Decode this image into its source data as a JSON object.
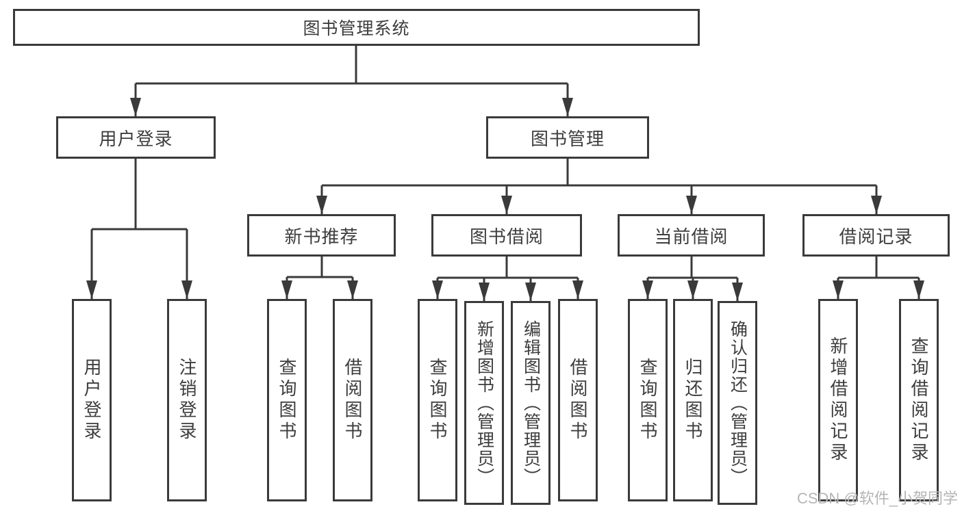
{
  "nodes": {
    "root": {
      "label": "图书管理系统"
    },
    "user_login": {
      "label": "用户登录"
    },
    "book_management": {
      "label": "图书管理"
    },
    "user_login_leaf": {
      "label": "用户登录"
    },
    "logout_leaf": {
      "label": "注销登录"
    },
    "new_book_recommend": {
      "label": "新书推荐"
    },
    "book_borrow": {
      "label": "图书借阅"
    },
    "current_borrow": {
      "label": "当前借阅"
    },
    "borrow_record": {
      "label": "借阅记录"
    },
    "recommend_query_book": {
      "label": "查询图书"
    },
    "recommend_borrow_book": {
      "label": "借阅图书"
    },
    "borrow_query_book": {
      "label": "查询图书"
    },
    "borrow_add_book": {
      "label": "新增图书（管理员）"
    },
    "borrow_edit_book": {
      "label": "编辑图书（管理员）"
    },
    "borrow_borrow_book": {
      "label": "借阅图书"
    },
    "current_query_book": {
      "label": "查询图书"
    },
    "current_return_book": {
      "label": "归还图书"
    },
    "current_confirm_return": {
      "label": "确认归还（管理员）"
    },
    "record_add": {
      "label": "新增借阅记录"
    },
    "record_query": {
      "label": "查询借阅记录"
    }
  },
  "edges": [
    {
      "from": "root",
      "to": "user_login"
    },
    {
      "from": "root",
      "to": "book_management"
    },
    {
      "from": "user_login",
      "to": "user_login_leaf"
    },
    {
      "from": "user_login",
      "to": "logout_leaf"
    },
    {
      "from": "book_management",
      "to": "new_book_recommend"
    },
    {
      "from": "book_management",
      "to": "book_borrow"
    },
    {
      "from": "book_management",
      "to": "current_borrow"
    },
    {
      "from": "book_management",
      "to": "borrow_record"
    },
    {
      "from": "new_book_recommend",
      "to": "recommend_query_book"
    },
    {
      "from": "new_book_recommend",
      "to": "recommend_borrow_book"
    },
    {
      "from": "book_borrow",
      "to": "borrow_query_book"
    },
    {
      "from": "book_borrow",
      "to": "borrow_add_book"
    },
    {
      "from": "book_borrow",
      "to": "borrow_edit_book"
    },
    {
      "from": "book_borrow",
      "to": "borrow_borrow_book"
    },
    {
      "from": "current_borrow",
      "to": "current_query_book"
    },
    {
      "from": "current_borrow",
      "to": "current_return_book"
    },
    {
      "from": "current_borrow",
      "to": "current_confirm_return"
    },
    {
      "from": "borrow_record",
      "to": "record_add"
    },
    {
      "from": "borrow_record",
      "to": "record_query"
    }
  ],
  "watermark": "CSDN @软件_小贺同学",
  "colors": {
    "line": "#3a3a3a",
    "box_border": "#3a3a3a",
    "text": "#3d3d3d",
    "background": "#ffffff",
    "watermark_text": "#b5b5b5"
  }
}
